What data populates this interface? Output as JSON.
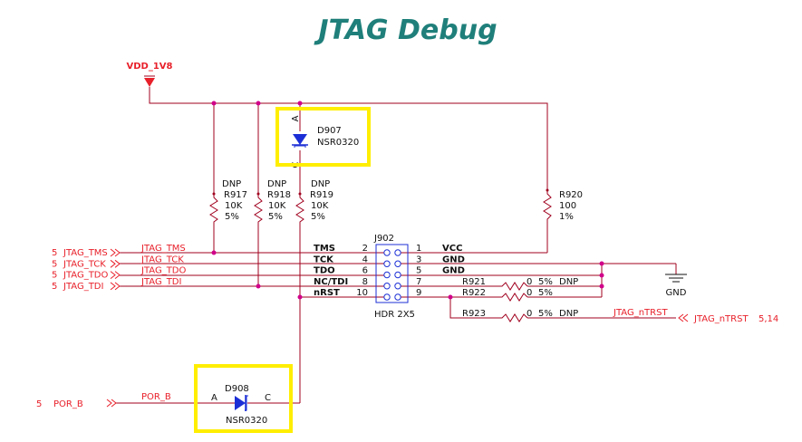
{
  "title": "JTAG Debug",
  "colors": {
    "title": "#1f7f7a",
    "wire": "#a0001e",
    "net": "#e8202a",
    "diode": "#1c2fd6",
    "highlight": "#ffee00",
    "text": "#101010"
  },
  "power": {
    "net": "VDD_1V8"
  },
  "resistors": {
    "r917": {
      "dnp": "DNP",
      "ref": "R917",
      "value": "10K",
      "tol": "5%"
    },
    "r918": {
      "dnp": "DNP",
      "ref": "R918",
      "value": "10K",
      "tol": "5%"
    },
    "r919": {
      "dnp": "DNP",
      "ref": "R919",
      "value": "10K",
      "tol": "5%"
    },
    "r920": {
      "ref": "R920",
      "value": "100",
      "tol": "1%"
    },
    "r921": {
      "ref": "R921",
      "value": "0",
      "tol": "5%",
      "dnp": "DNP"
    },
    "r922": {
      "ref": "R922",
      "value": "0",
      "tol": "5%"
    },
    "r923": {
      "ref": "R923",
      "value": "0",
      "tol": "5%",
      "dnp": "DNP"
    }
  },
  "diodes": {
    "d907": {
      "ref": "D907",
      "part": "NSR0320",
      "anode": "A",
      "cathode": "C"
    },
    "d908": {
      "ref": "D908",
      "part": "NSR0320",
      "anode": "A",
      "cathode": "C"
    }
  },
  "ports_left": [
    {
      "sheet": "5",
      "name": "JTAG_TMS",
      "net": "JTAG_TMS"
    },
    {
      "sheet": "5",
      "name": "JTAG_TCK",
      "net": "JTAG_TCK"
    },
    {
      "sheet": "5",
      "name": "JTAG_TDO",
      "net": "JTAG_TDO"
    },
    {
      "sheet": "5",
      "name": "JTAG_TDI",
      "net": "JTAG_TDI"
    }
  ],
  "por": {
    "sheet": "5",
    "name": "POR_B",
    "net": "POR_B"
  },
  "ntrst": {
    "net": "JTAG_nTRST",
    "port": "JTAG_nTRST",
    "sheets": "5,14"
  },
  "header": {
    "ref": "J902",
    "part": "HDR 2X5",
    "left_labels": [
      "TMS",
      "TCK",
      "TDO",
      "NC/TDI",
      "nRST"
    ],
    "left_pins": [
      "2",
      "4",
      "6",
      "8",
      "10"
    ],
    "right_pins": [
      "1",
      "3",
      "5",
      "7",
      "9"
    ],
    "right_labels": [
      "VCC",
      "GND",
      "GND",
      "",
      ""
    ]
  },
  "ground": {
    "label": "GND"
  }
}
